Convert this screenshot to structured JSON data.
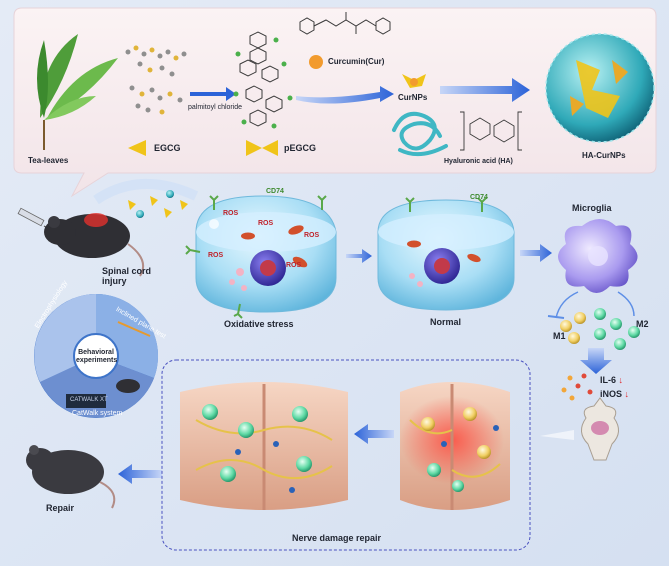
{
  "synthesis": {
    "tea_leaves": "Tea-leaves",
    "egcg": "EGCG",
    "palmitoyl_chloride": "palmitoyl chloride",
    "pegcg": "pEGCG",
    "curcumin": "Curcumin(Cur)",
    "curnps": "CurNPs",
    "hyaluronic_acid": "Hyaluronic acid (HA)",
    "ha_curnps": "HA-CurNPs"
  },
  "injury": {
    "mouse_label": "Spinal cord\ninjury",
    "ros": "ROS",
    "cd74": "CD74",
    "oxidative_stress": "Oxidative stress",
    "normal": "Normal"
  },
  "immune": {
    "microglia": "Microglia",
    "m1": "M1",
    "m2": "M2",
    "il6": "IL-6",
    "inos": "iNOS",
    "down_arrow": "↓"
  },
  "behavior": {
    "center": "Behavioral\nexperiments",
    "left": "Electrophysiology",
    "right": "Inclined plane test",
    "bottom": "CatWalk system",
    "screen_text": "CATWALK XT"
  },
  "repair": {
    "repair": "Repair",
    "nerve_damage_repair": "Nerve damage repair"
  },
  "colors": {
    "top_panel": "#f6e9ec",
    "bottom_bg": "#dfe7f4",
    "arrow_blue": "#2c63d8",
    "cell_blue": "#8fd5f2",
    "nucleus": "#3f3ab8",
    "mito": "#d2502c",
    "cd74_green": "#5aa84a",
    "microglia_purple": "#8e7fe0"
  }
}
